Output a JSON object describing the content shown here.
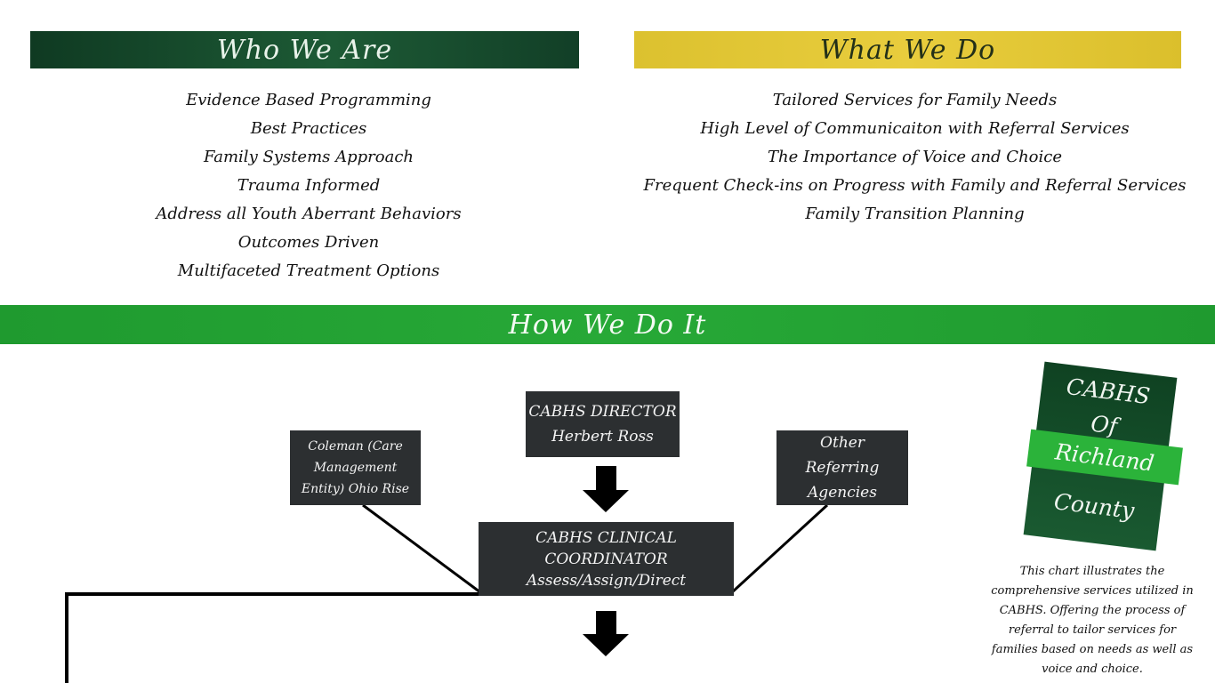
{
  "who": {
    "title": "Who We Are",
    "items": [
      "Evidence Based Programming",
      "Best Practices",
      "Family Systems Approach",
      "Trauma Informed",
      "Address all Youth Aberrant Behaviors",
      "Outcomes Driven",
      "Multifaceted Treatment Options"
    ]
  },
  "what": {
    "title": "What We Do",
    "items": [
      "Tailored Services for Family Needs",
      "High Level of Communicaiton with Referral Services",
      "The Importance of Voice and Choice",
      "Frequent Check-ins on Progress with Family and Referral Services",
      "Family Transition Planning"
    ]
  },
  "how": {
    "title": "How We Do It"
  },
  "org_chart": {
    "director": {
      "title": "CABHS DIRECTOR",
      "name": "Herbert Ross"
    },
    "coleman": {
      "label": "Coleman (Care Management Entity) Ohio Rise"
    },
    "other": {
      "label": "Other Referring Agencies"
    },
    "coordinator": {
      "title": "CABHS CLINICAL COORDINATOR",
      "subtitle": "Assess/Assign/Direct"
    }
  },
  "logo": {
    "line1": "CABHS",
    "line2": "Of",
    "line3": "Richland",
    "line4": "County"
  },
  "caption": "This chart illustrates the comprehensive services utilized in CABHS. Offering the process of referral to tailor services for families based on needs as well as voice and choice.",
  "colors": {
    "who_banner": "#1d5a35",
    "what_banner": "#e8cd3d",
    "how_banner": "#27a937",
    "box": "#2c2f31",
    "logo_dark": "#0f4222",
    "logo_strip": "#2bb33a"
  }
}
